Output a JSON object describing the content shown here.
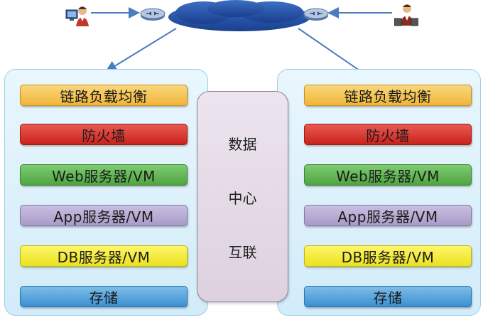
{
  "left_stack": {
    "layers": [
      {
        "label": "链路负载均衡"
      },
      {
        "label": "防火墙"
      },
      {
        "label": "Web服务器/VM"
      },
      {
        "label": "App服务器/VM"
      },
      {
        "label": "DB服务器/VM"
      },
      {
        "label": "存储"
      }
    ]
  },
  "right_stack": {
    "layers": [
      {
        "label": "链路负载均衡"
      },
      {
        "label": "防火墙"
      },
      {
        "label": "Web服务器/VM"
      },
      {
        "label": "App服务器/VM"
      },
      {
        "label": "DB服务器/VM"
      },
      {
        "label": "存储"
      }
    ]
  },
  "interconnect": {
    "lines": [
      "数据",
      "中心",
      "互联"
    ]
  },
  "icons": {
    "user_left": "user-computer-icon",
    "user_right": "user-computer-icon",
    "router_left": "router-icon",
    "router_right": "router-icon",
    "cloud": "network-cloud-icon"
  },
  "colors": {
    "load_balancer": "#f0b53a",
    "firewall": "#c9221c",
    "web": "#4ea540",
    "app": "#a99bc8",
    "db": "#ece21d",
    "storage": "#3b91d2",
    "link_arrows": "#4a7cc0"
  }
}
